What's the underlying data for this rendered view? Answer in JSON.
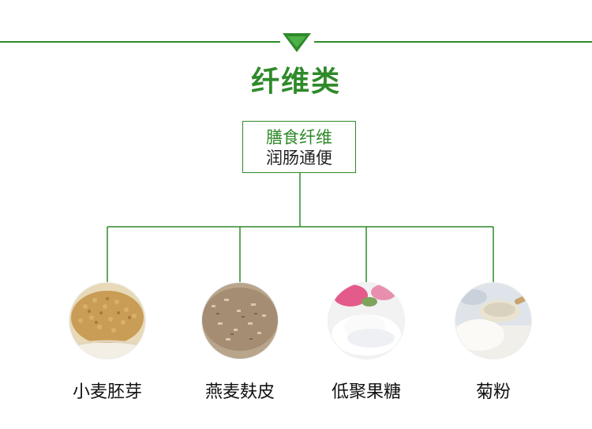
{
  "section": {
    "title": "纤维类"
  },
  "main_box": {
    "line1": "膳食纤维",
    "line2": "润肠通便"
  },
  "items": [
    {
      "label": "小麦胚芽",
      "image": "wheat-germ-powder"
    },
    {
      "label": "燕麦麸皮",
      "image": "oat-bran"
    },
    {
      "label": "低聚果糖",
      "image": "fructooligosaccharide-powder"
    },
    {
      "label": "菊粉",
      "image": "inulin-powder-spoon"
    }
  ],
  "colors": {
    "accent": "#2f8a2a",
    "text": "#111111"
  }
}
